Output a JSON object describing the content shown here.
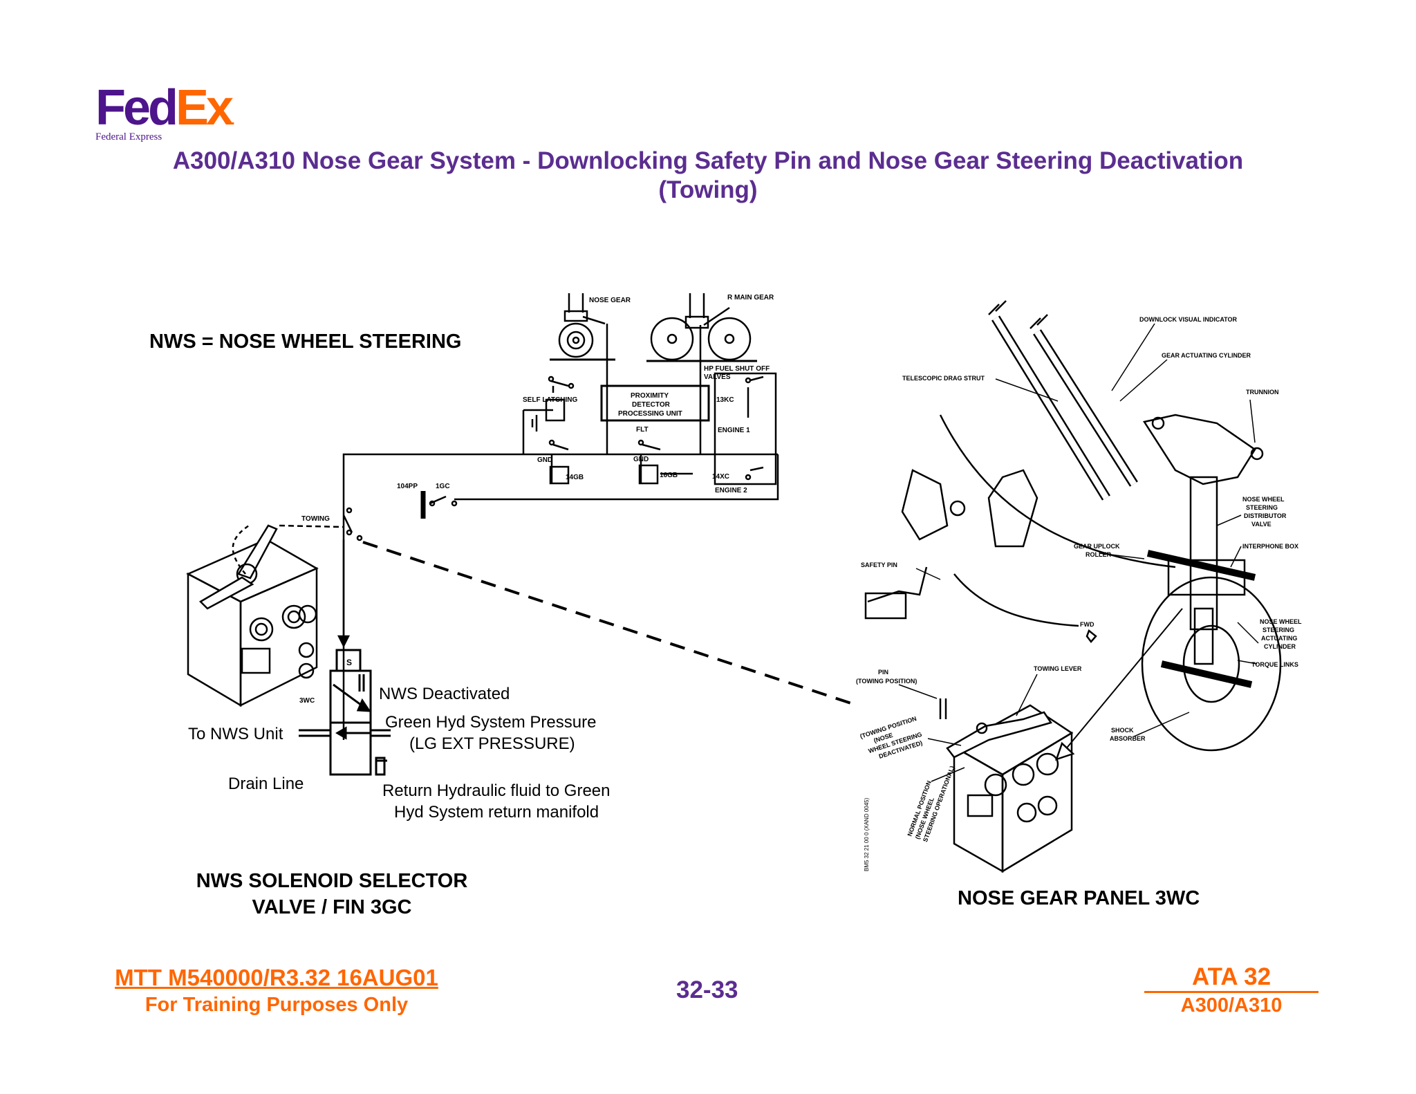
{
  "logo": {
    "part1": "Fed",
    "part2": "Ex",
    "subtitle": "Federal Express"
  },
  "title": {
    "line1": "A300/A310 Nose Gear System - Downlocking Safety Pin and Nose Gear Steering Deactivation",
    "line2": "(Towing)"
  },
  "nws_definition": "NWS = NOSE WHEEL STEERING",
  "schematic": {
    "nose_gear": "NOSE GEAR",
    "main_gear": "R  MAIN GEAR",
    "hp_fuel": "HP FUEL SHUT OFF",
    "valves": "VALVES",
    "self_latching": "SELF LATCHING",
    "prox1": "PROXIMITY",
    "prox2": "DETECTOR",
    "prox3": "PROCESSING UNIT",
    "k13kc": "13KC",
    "engine1": "ENGINE 1",
    "flt": "FLT",
    "gnd": "GND",
    "k14gb": "14GB",
    "k16gb": "16GB",
    "k14xc": "14XC",
    "engine2": "ENGINE 2",
    "k104pp": "104PP",
    "k1gc": "1GC",
    "towing": "TOWING",
    "panel_3wc": "3WC",
    "solenoid_s": "S"
  },
  "valve_labels": {
    "nws_deactivated": "NWS Deactivated",
    "green_pressure_1": "Green Hyd System Pressure",
    "green_pressure_2": "(LG EXT PRESSURE)",
    "to_nws_unit": "To NWS Unit",
    "drain_line": "Drain Line",
    "return_1": "Return Hydraulic fluid to Green",
    "return_2": "Hyd System return manifold"
  },
  "solenoid_caption": {
    "line1": "NWS SOLENOID SELECTOR",
    "line2": "VALVE / FIN 3GC"
  },
  "gear_labels": {
    "downlock_indicator": "DOWNLOCK VISUAL INDICATOR",
    "gear_actuating_cylinder": "GEAR ACTUATING CYLINDER",
    "telescopic_drag_strut": "TELESCOPIC DRAG STRUT",
    "trunnion": "TRUNNION",
    "nws_distributor": [
      "NOSE WHEEL",
      "STEERING",
      "DISTRIBUTOR",
      "VALVE"
    ],
    "interphone_box": "INTERPHONE BOX",
    "gear_uplock_roller": [
      "GEAR UPLOCK",
      "ROLLER"
    ],
    "safety_pin": "SAFETY PIN",
    "fwd": "FWD",
    "nws_actuating": [
      "NOSE WHEEL",
      "STEERING",
      "ACTUATING",
      "CYLINDER"
    ],
    "pin_towing": [
      "PIN",
      "(TOWING POSITION)"
    ],
    "towing_lever": "TOWING LEVER",
    "torque_links": "TORQUE LINKS",
    "towing_position": [
      "(TOWING POSITION",
      "(NOSE",
      "WHEEL STEERING",
      "DEACTIVATED)"
    ],
    "shock_absorber": [
      "SHOCK",
      "ABSORBER"
    ],
    "normal_position": [
      "NORMAL POSITION",
      "(NOSE WHEEL",
      "STEERING OPERATIONAL)"
    ],
    "drawing_ref": "BM5 32 21 00 0 (XAND 0045)"
  },
  "gear_caption": "NOSE GEAR PANEL 3WC",
  "footer": {
    "mtt": "MTT M540000/R3.32 16AUG01",
    "training": "For Training Purposes Only",
    "page": "32-33",
    "ata": "ATA 32",
    "aircraft": "A300/A310"
  },
  "colors": {
    "fedex_purple": "#4d148c",
    "fedex_orange": "#ff6600",
    "title_purple": "#5b2d90"
  }
}
